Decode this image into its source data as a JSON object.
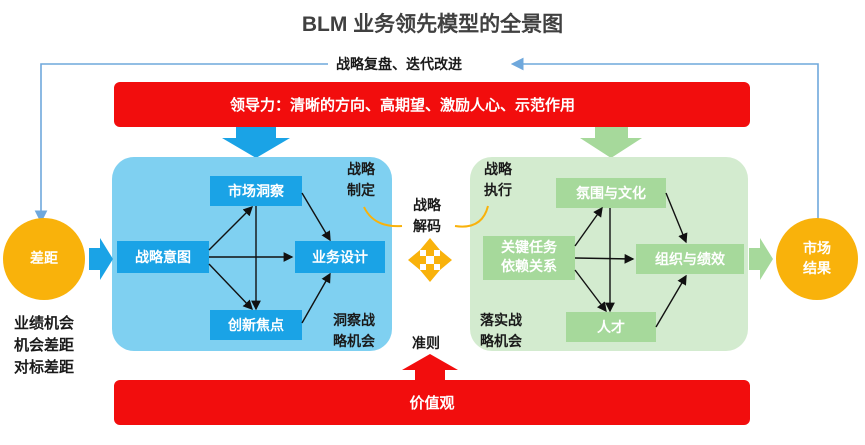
{
  "title": "BLM 业务领先模型的全景图",
  "feedback_loop": "战略复盘、迭代改进",
  "leadership_bar": "领导力：清晰的方向、高期望、激励人心、示范作用",
  "values_bar": "价值观",
  "principle_label": "准则",
  "gap_circle": "差距",
  "market_result_circle": [
    "市场",
    "结果"
  ],
  "gap_types": [
    "业绩机会",
    "机会差距",
    "对标差距"
  ],
  "strategy_formulation": {
    "label": [
      "战略",
      "制定"
    ],
    "nodes": {
      "intent": "战略意图",
      "market_insight": "市场洞察",
      "innovation_focus": "创新焦点",
      "business_design": "业务设计"
    },
    "bottom_label": [
      "洞察战",
      "略机会"
    ]
  },
  "strategy_decoding": [
    "战略",
    "解码"
  ],
  "strategy_execution": {
    "label": [
      "战略",
      "执行"
    ],
    "nodes": {
      "critical_tasks": [
        "关键任务",
        "依赖关系"
      ],
      "climate_culture": "氛围与文化",
      "organization_performance": "组织与绩效",
      "talent": "人才"
    },
    "bottom_label": [
      "落实战",
      "略机会"
    ]
  },
  "colors": {
    "red": "#f20d0d",
    "blue_box": "#7fd0f1",
    "blue_node": "#1aa3e6",
    "green_box": "#d3ebcf",
    "green_node": "#a6d99b",
    "orange": "#f9b20b",
    "arrow_blue": "#7fb6e6"
  }
}
